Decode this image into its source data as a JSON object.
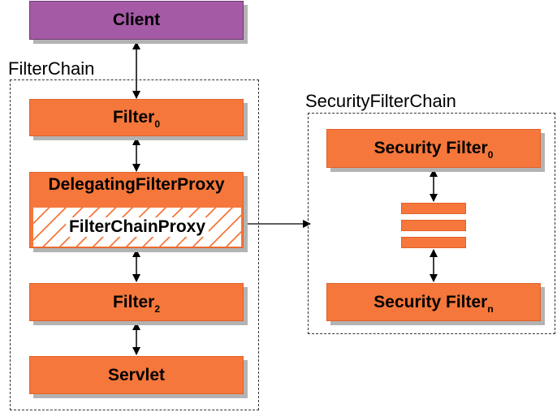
{
  "client": {
    "label": "Client"
  },
  "filter_chain": {
    "title": "FilterChain",
    "filter0": {
      "label": "Filter",
      "sub": "0"
    },
    "delegating": {
      "label": "DelegatingFilterProxy",
      "inner": "FilterChainProxy"
    },
    "filter2": {
      "label": "Filter",
      "sub": "2"
    },
    "servlet": {
      "label": "Servlet"
    }
  },
  "security_filter_chain": {
    "title": "SecurityFilterChain",
    "security_filter0": {
      "label": "Security Filter",
      "sub": "0"
    },
    "security_filtern": {
      "label": "Security Filter",
      "sub": "n"
    }
  },
  "colors": {
    "filter_orange": "#f5773b",
    "client_purple": "#a55aa6",
    "shadow_gray": "#b3b3b3"
  }
}
